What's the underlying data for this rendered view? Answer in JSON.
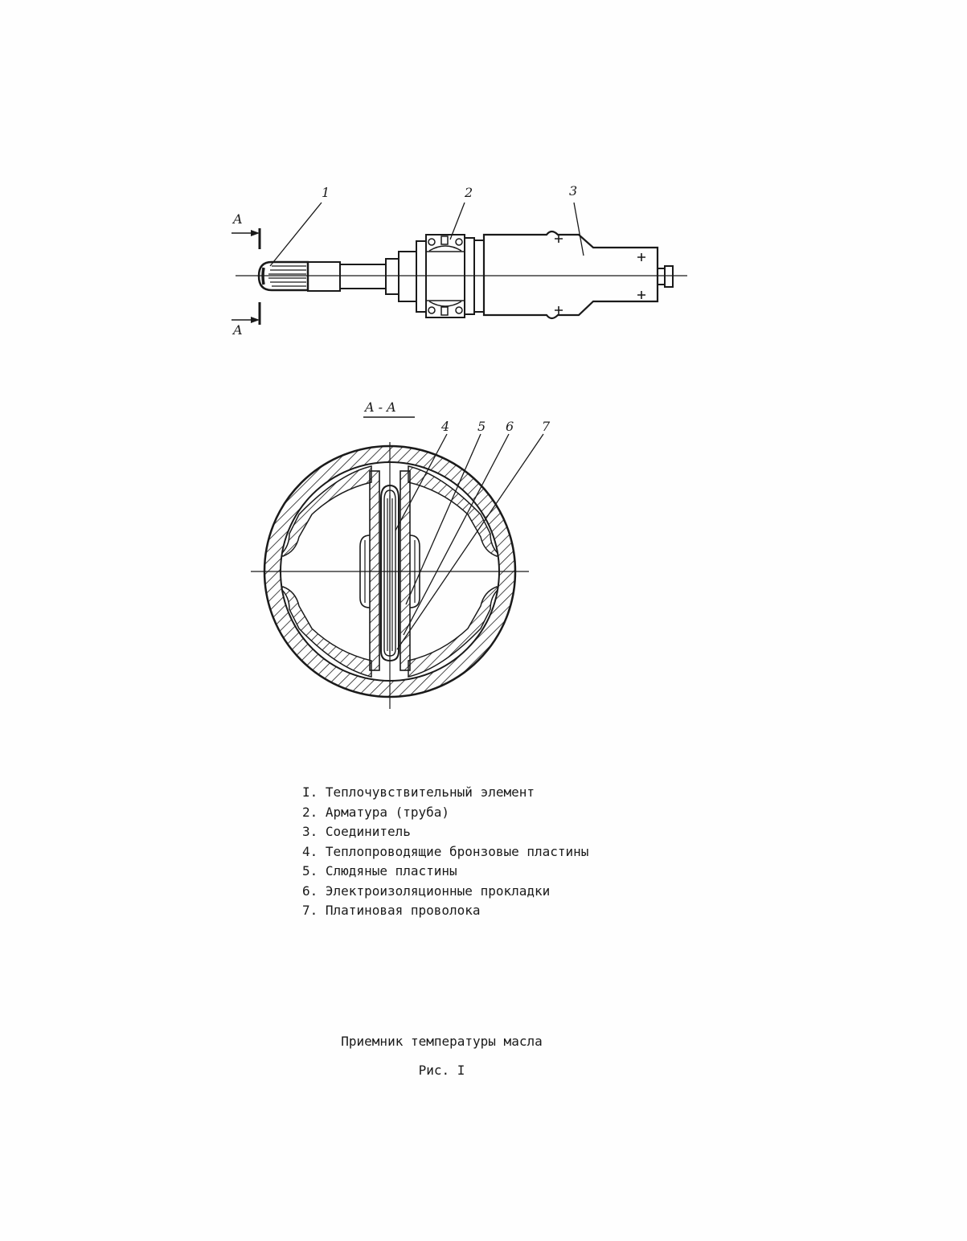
{
  "drawing": {
    "callouts": [
      "1",
      "2",
      "3",
      "4",
      "5",
      "6",
      "7"
    ],
    "section_marker": "A",
    "section_title": "A - A",
    "line_color": "#1a1a1a"
  },
  "legend": {
    "items": [
      {
        "number": "I.",
        "text": "Теплочувствительный элемент"
      },
      {
        "number": "2.",
        "text": "Арматура (труба)"
      },
      {
        "number": "3.",
        "text": "Соединитель"
      },
      {
        "number": "4.",
        "text": "Теплопроводящие бронзовые пластины"
      },
      {
        "number": "5.",
        "text": "Слюдяные пластины"
      },
      {
        "number": "6.",
        "text": "Электроизоляционные прокладки"
      },
      {
        "number": "7.",
        "text": "Платиновая проволока"
      }
    ]
  },
  "caption": {
    "title": "Приемник температуры масла",
    "figure": "Рис. I"
  }
}
